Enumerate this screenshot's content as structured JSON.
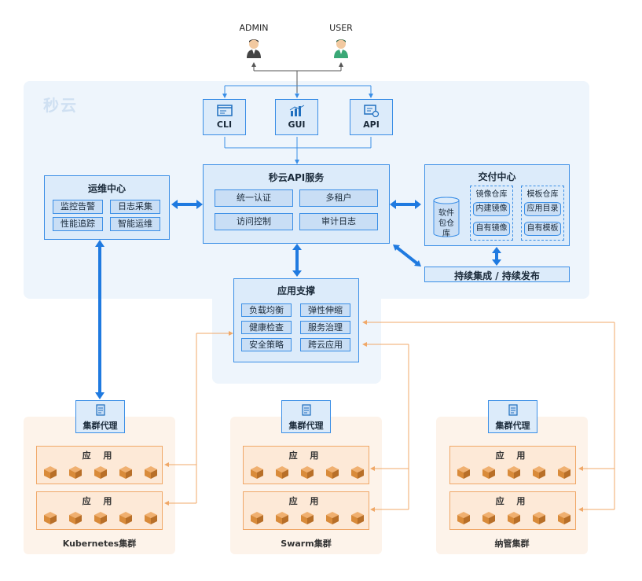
{
  "users": [
    {
      "label": "ADMIN"
    },
    {
      "label": "USER"
    }
  ],
  "platform": {
    "title": "秒云"
  },
  "clients": [
    {
      "label": "CLI"
    },
    {
      "label": "GUI"
    },
    {
      "label": "API"
    }
  ],
  "api_service": {
    "title": "秒云API服务",
    "items": [
      "统一认证",
      "多租户",
      "访问控制",
      "审计日志"
    ]
  },
  "ops_center": {
    "title": "运维中心",
    "items": [
      "监控告警",
      "日志采集",
      "性能追踪",
      "智能运维"
    ]
  },
  "delivery_center": {
    "title": "交付中心",
    "package_repo": "软件包仓库",
    "image_repo": {
      "title": "镜像仓库",
      "items": [
        "内建镜像",
        "自有镜像"
      ]
    },
    "template_repo": {
      "title": "模板仓库",
      "items": [
        "应用目录",
        "自有模板"
      ]
    }
  },
  "cicd": {
    "label": "持续集成 / 持续发布"
  },
  "app_support": {
    "title": "应用支撑",
    "items": [
      "负载均衡",
      "弹性伸缩",
      "健康检查",
      "服务治理",
      "安全策略",
      "跨云应用"
    ]
  },
  "clusters": [
    {
      "name": "Kubernetes集群",
      "agent": "集群代理",
      "app_rows": [
        "应 用",
        "应 用"
      ]
    },
    {
      "name": "Swarm集群",
      "agent": "集群代理",
      "app_rows": [
        "应 用",
        "应 用"
      ]
    },
    {
      "name": "纳管集群",
      "agent": "集群代理",
      "app_rows": [
        "应 用",
        "应 用"
      ]
    }
  ],
  "colors": {
    "blue": "#3a8ee6",
    "orange": "#f0a868",
    "cube": "#d98b3a"
  }
}
